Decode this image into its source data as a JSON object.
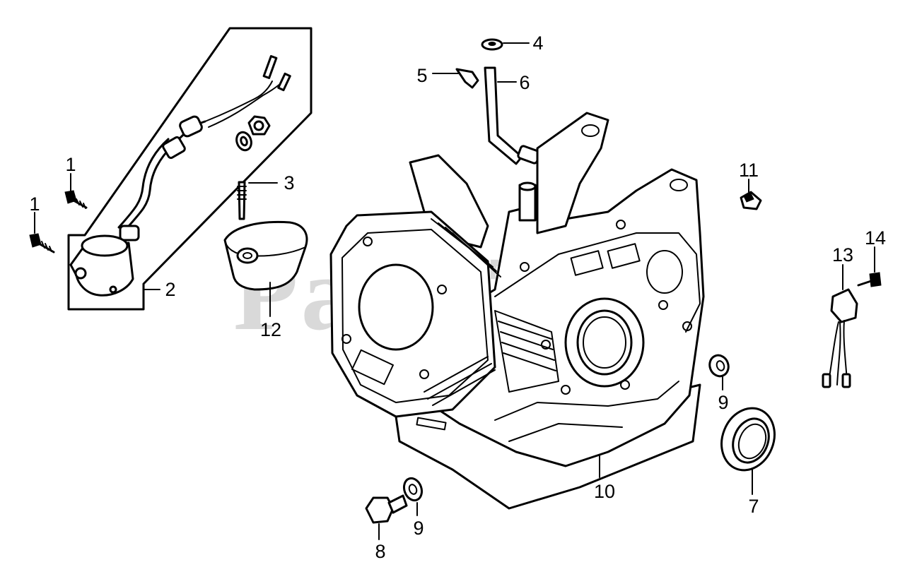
{
  "watermark": "PartsTre",
  "callouts": [
    {
      "id": "c1a",
      "text": "1"
    },
    {
      "id": "c1b",
      "text": "1"
    },
    {
      "id": "c2",
      "text": "2"
    },
    {
      "id": "c3",
      "text": "3"
    },
    {
      "id": "c4",
      "text": "4"
    },
    {
      "id": "c5",
      "text": "5"
    },
    {
      "id": "c6",
      "text": "6"
    },
    {
      "id": "c7",
      "text": "7"
    },
    {
      "id": "c8",
      "text": "8"
    },
    {
      "id": "c9a",
      "text": "9"
    },
    {
      "id": "c9b",
      "text": "9"
    },
    {
      "id": "c10",
      "text": "10"
    },
    {
      "id": "c11",
      "text": "11"
    },
    {
      "id": "c12",
      "text": "12"
    },
    {
      "id": "c13",
      "text": "13"
    },
    {
      "id": "c14",
      "text": "14"
    }
  ]
}
